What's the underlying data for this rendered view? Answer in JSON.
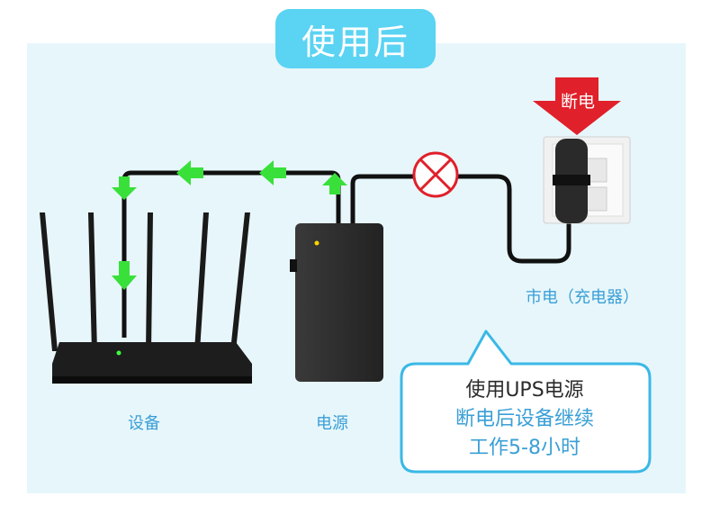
{
  "title": "使用后",
  "cut_badge": "断电",
  "labels": {
    "router": "设备",
    "power_supply": "电源",
    "mains": "市电（充电器）"
  },
  "bubble": {
    "line1": "使用UPS电源",
    "line2": "断电后设备继续",
    "line3": "工作5-8小时"
  },
  "colors": {
    "accent": "#5bd3f3",
    "label": "#3a9fd6",
    "bubble_border": "#3ab8e6",
    "arrow": "#39e03a",
    "cut": "#e0202a",
    "dark_text": "#2b2b2b"
  }
}
